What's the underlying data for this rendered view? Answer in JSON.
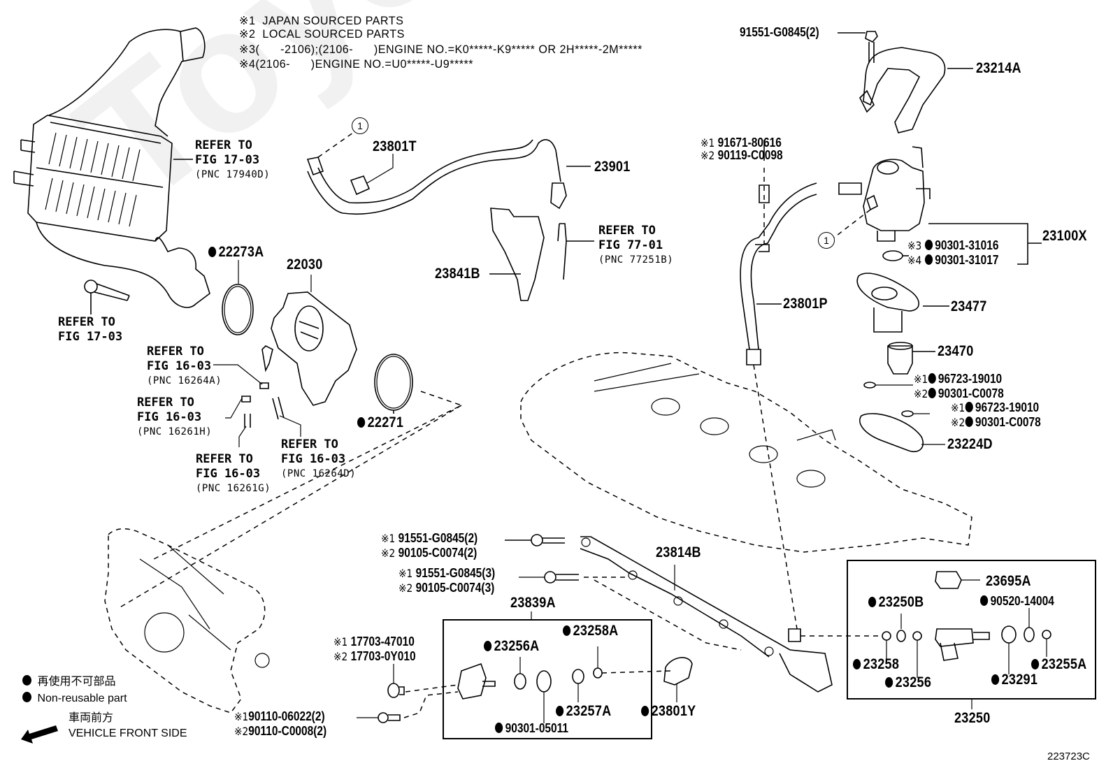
{
  "watermark": "ToyotaCarMirror",
  "notes": [
    {
      "mark": "※1",
      "text": "JAPAN SOURCED PARTS"
    },
    {
      "mark": "※2",
      "text": "LOCAL SOURCED PARTS"
    },
    {
      "mark": "※3",
      "text": "(      -2106);(2106-      )ENGINE NO.=K0*****-K9***** OR 2H*****-2M*****"
    },
    {
      "mark": "※4",
      "text": "(2106-      )ENGINE NO.=U0*****-U9*****"
    }
  ],
  "references": {
    "intercooler": {
      "line1": "REFER TO",
      "line2": "FIG 17-03",
      "pnc": "(PNC 17940D)"
    },
    "bolt": {
      "line1": "REFER TO",
      "line2": "FIG 17-03"
    },
    "fig77": {
      "line1": "REFER TO",
      "line2": "FIG 77-01",
      "pnc": "(PNC 77251B)"
    },
    "pnc16264A": {
      "line1": "REFER TO",
      "line2": "FIG 16-03",
      "pnc": "(PNC 16264A)"
    },
    "pnc16261H": {
      "line1": "REFER TO",
      "line2": "FIG 16-03",
      "pnc": "(PNC 16261H)"
    },
    "pnc16261G": {
      "line1": "REFER TO",
      "line2": "FIG 16-03",
      "pnc": "(PNC 16261G)"
    },
    "pnc16264D": {
      "line1": "REFER TO",
      "line2": "FIG 16-03",
      "pnc": "(PNC 16264D)"
    }
  },
  "parts": {
    "p23801T": "23801T",
    "p23901": "23901",
    "p22273A": "22273A",
    "p22030": "22030",
    "p22271": "22271",
    "p23841B": "23841B",
    "p23214A": "23214A",
    "p91551top": "91551-G0845(2)",
    "p23100X": "23100X",
    "p23801P": "23801P",
    "p23477": "23477",
    "p23470": "23470",
    "p23224D": "23224D",
    "p23814B": "23814B",
    "p23839A": "23839A",
    "p23256A": "23256A",
    "p23258A": "23258A",
    "p23257A": "23257A",
    "p90301_05011": "90301-05011",
    "p23801Y": "23801Y",
    "p23695A": "23695A",
    "p23250B": "23250B",
    "p90520": "90520-14004",
    "p23258": "23258",
    "p23256": "23256",
    "p23291": "23291",
    "p23255A": "23255A",
    "p23250": "23250"
  },
  "alt_parts": {
    "bolt_pump": [
      {
        "mark": "※1",
        "pn": "91671-80616"
      },
      {
        "mark": "※2",
        "pn": "90119-C0098"
      }
    ],
    "oring_pump": [
      {
        "mark": "※3",
        "pn": "90301-31016"
      },
      {
        "mark": "※4",
        "pn": "90301-31017"
      }
    ],
    "oring_a": [
      {
        "mark": "※1",
        "pn": "96723-19010"
      },
      {
        "mark": "※2",
        "pn": "90301-C0078"
      }
    ],
    "oring_b": [
      {
        "mark": "※1",
        "pn": "96723-19010"
      },
      {
        "mark": "※2",
        "pn": "90301-C0078"
      }
    ],
    "rail_bolt2": [
      {
        "mark": "※1",
        "pn": "91551-G0845(2)"
      },
      {
        "mark": "※2",
        "pn": "90105-C0074(2)"
      }
    ],
    "rail_bolt3": [
      {
        "mark": "※1",
        "pn": "91551-G0845(3)"
      },
      {
        "mark": "※2",
        "pn": "90105-C0074(3)"
      }
    ],
    "plug": [
      {
        "mark": "※1",
        "pn": "17703-47010"
      },
      {
        "mark": "※2",
        "pn": "17703-0Y010"
      }
    ],
    "stud": [
      {
        "mark": "※1",
        "pn": "90110-06022(2)"
      },
      {
        "mark": "※2",
        "pn": "90110-C0008(2)"
      }
    ]
  },
  "callout_number": "1",
  "legend": {
    "non_reusable_jp": "再使用不可部品",
    "non_reusable_en": "Non-reusable part",
    "front_jp": "車両前方",
    "front_en": "VEHICLE FRONT SIDE"
  },
  "figure_code": "223723C"
}
